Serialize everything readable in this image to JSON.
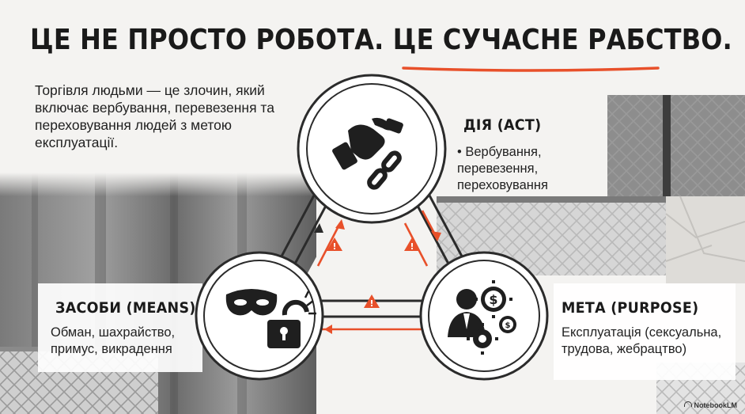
{
  "title": {
    "part1": "ЦЕ НЕ ПРОСТО РОБОТА. ЦЕ ",
    "highlight": "СУЧАСНЕ РАБСТВО",
    "end": "."
  },
  "intro": "Торгівля людьми — це злочин, який включає вербування, перевезення та переховування людей з метою експлуатації.",
  "nodes": {
    "act": {
      "title": "ДІЯ (ACT)",
      "description": "• Вербування, перевезення, переховування",
      "icon": "handshake-chain-icon"
    },
    "means": {
      "title": "ЗАСОБИ (MEANS)",
      "description": "Обман, шахрайство, примус, викрадення",
      "icon": "mask-padlock-icon"
    },
    "purpose": {
      "title": "МЕТА (PURPOSE)",
      "description": "Експлуатація (сексуальна, трудова, жебрацтво)",
      "icon": "businessman-gears-money-icon"
    }
  },
  "warning_icon": "warning-triangle-icon",
  "brand": "NotebookLM",
  "colors": {
    "accent": "#e8502a",
    "dark": "#2b2b2b",
    "background": "#f4f3f1"
  }
}
